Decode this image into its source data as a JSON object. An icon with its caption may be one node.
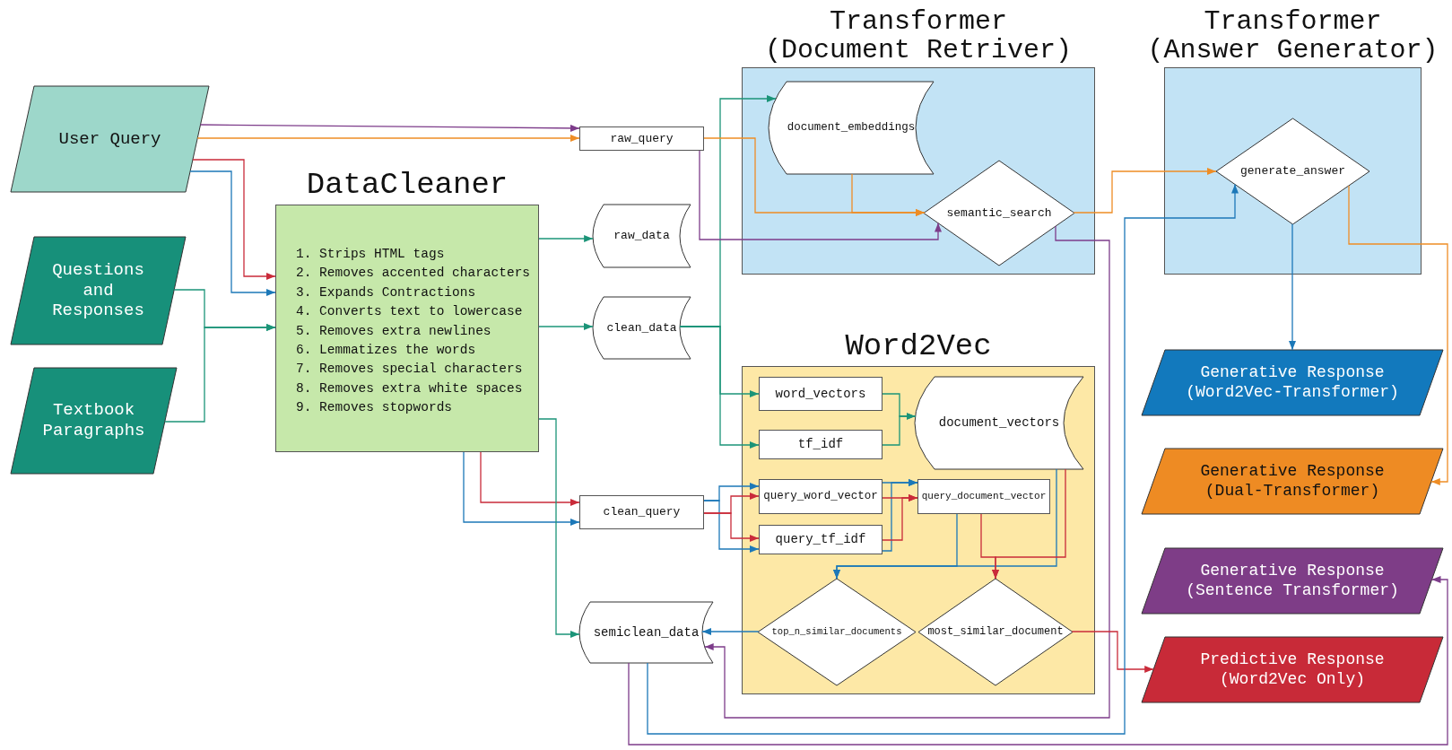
{
  "diagram": {
    "nodes": [
      {
        "text": [
          "User Query"
        ]
      },
      {
        "text": [
          "Questions and Responses"
        ]
      },
      {
        "text": [
          "Textbook Paragraphs"
        ]
      },
      {
        "text": [
          "DataCleaner",
          "1. Strips HTML tags",
          "2. Removes accented characters",
          "3. Expands Contractions",
          "4. Converts text to lowercase",
          "5. Removes extra newlines",
          "6. Lemmatizes the words",
          "7. Removes special characters",
          "8. Removes extra white spaces",
          "9. Removes stopwords"
        ]
      },
      {
        "text": [
          "raw_query"
        ]
      },
      {
        "text": [
          "raw_data"
        ]
      },
      {
        "text": [
          "clean_data"
        ]
      },
      {
        "text": [
          "clean_query"
        ]
      },
      {
        "text": [
          "semiclean_data"
        ]
      },
      {
        "text": [
          "Transformer (Document Retriver)"
        ]
      },
      {
        "text": [
          "document_embeddings"
        ],
        "in": 9
      },
      {
        "text": [
          "semantic_search"
        ],
        "in": 9
      },
      {
        "text": [
          "Transformer (Answer Generator)"
        ]
      },
      {
        "text": [
          "generate_answer"
        ],
        "in": 12
      },
      {
        "text": [
          "Word2Vec"
        ]
      },
      {
        "text": [
          "word_vectors"
        ],
        "in": 14
      },
      {
        "text": [
          "tf_idf"
        ],
        "in": 14
      },
      {
        "text": [
          "document_vectors"
        ],
        "in": 14
      },
      {
        "text": [
          "query_word_vector"
        ],
        "in": 14
      },
      {
        "text": [
          "query_tf_idf"
        ],
        "in": 14
      },
      {
        "text": [
          "query_document_vector"
        ],
        "in": 14
      },
      {
        "text": [
          "top_n_similar_documents"
        ],
        "in": 14
      },
      {
        "text": [
          "most_similar_document"
        ],
        "in": 14
      },
      {
        "text": [
          "Generative Response (Word2Vec-Transformer)"
        ]
      },
      {
        "text": [
          "Generative Response (Dual-Transformer)"
        ]
      },
      {
        "text": [
          "Generative Response (Sentence Transformer)"
        ]
      },
      {
        "text": [
          "Predictive Response (Word2Vec Only)"
        ]
      }
    ],
    "edges": [
      {
        "from": 0,
        "to": 4,
        "arrow": "to",
        "color": "#7d3c8a"
      },
      {
        "from": 0,
        "to": 4,
        "arrow": "to",
        "color": "#ee8d25"
      },
      {
        "from": 0,
        "to": 3,
        "arrow": "to",
        "color": "#c92b3a"
      },
      {
        "from": 0,
        "to": 3,
        "arrow": "to",
        "color": "#1c78b8"
      },
      {
        "from": 1,
        "to": 3,
        "arrow": "to",
        "color": "#1b9478"
      },
      {
        "from": 2,
        "to": 3,
        "arrow": "to",
        "color": "#1b9478"
      },
      {
        "from": 3,
        "to": 5,
        "arrow": "to",
        "color": "#1b9478"
      },
      {
        "from": 3,
        "to": 6,
        "arrow": "to",
        "color": "#1b9478"
      },
      {
        "from": 3,
        "to": 7,
        "arrow": "to",
        "color": "#c92b3a"
      },
      {
        "from": 3,
        "to": 7,
        "arrow": "to",
        "color": "#1c78b8"
      },
      {
        "from": 3,
        "to": 8,
        "arrow": "to",
        "color": "#1b9478"
      },
      {
        "from": 6,
        "to": 10,
        "arrow": "to",
        "color": "#1b9478"
      },
      {
        "from": 6,
        "to": 15,
        "arrow": "to",
        "color": "#1b9478"
      },
      {
        "from": 6,
        "to": 16,
        "arrow": "to",
        "color": "#1b9478"
      },
      {
        "from": 4,
        "to": 11,
        "arrow": "to",
        "color": "#ee8d25"
      },
      {
        "from": 10,
        "to": 11,
        "arrow": "to",
        "color": "#ee8d25"
      },
      {
        "from": 4,
        "to": 11,
        "arrow": "to",
        "color": "#7d3c8a"
      },
      {
        "from": 11,
        "to": 13,
        "arrow": "to",
        "color": "#ee8d25"
      },
      {
        "from": 11,
        "to": 8,
        "arrow": "to",
        "color": "#7d3c8a"
      },
      {
        "from": 15,
        "to": 17,
        "arrow": "to",
        "color": "#1b9478"
      },
      {
        "from": 16,
        "to": 17,
        "arrow": "to",
        "color": "#1b9478"
      },
      {
        "from": 7,
        "to": 18,
        "arrow": "to",
        "color": "#1c78b8"
      },
      {
        "from": 7,
        "to": 19,
        "arrow": "to",
        "color": "#1c78b8"
      },
      {
        "from": 7,
        "to": 18,
        "arrow": "to",
        "color": "#c92b3a"
      },
      {
        "from": 7,
        "to": 19,
        "arrow": "to",
        "color": "#c92b3a"
      },
      {
        "from": 18,
        "to": 20,
        "arrow": "to",
        "color": "#1c78b8"
      },
      {
        "from": 19,
        "to": 20,
        "arrow": "to",
        "color": "#1c78b8"
      },
      {
        "from": 18,
        "to": 20,
        "arrow": "to",
        "color": "#c92b3a"
      },
      {
        "from": 19,
        "to": 20,
        "arrow": "to",
        "color": "#c92b3a"
      },
      {
        "from": 20,
        "to": 21,
        "arrow": "to",
        "color": "#1c78b8"
      },
      {
        "from": 17,
        "to": 21,
        "arrow": "to",
        "color": "#1c78b8"
      },
      {
        "from": 20,
        "to": 22,
        "arrow": "to",
        "color": "#c92b3a"
      },
      {
        "from": 17,
        "to": 22,
        "arrow": "to",
        "color": "#c92b3a"
      },
      {
        "from": 21,
        "to": 8,
        "arrow": "to",
        "color": "#1c78b8"
      },
      {
        "from": 22,
        "to": 26,
        "arrow": "to",
        "color": "#c92b3a"
      },
      {
        "from": 8,
        "to": 13,
        "arrow": "to",
        "color": "#1c78b8"
      },
      {
        "from": 8,
        "to": 25,
        "arrow": "to",
        "color": "#7d3c8a"
      },
      {
        "from": 13,
        "to": 23,
        "arrow": "to",
        "color": "#1c78b8"
      },
      {
        "from": 13,
        "to": 24,
        "arrow": "to",
        "color": "#ee8d25"
      }
    ]
  }
}
